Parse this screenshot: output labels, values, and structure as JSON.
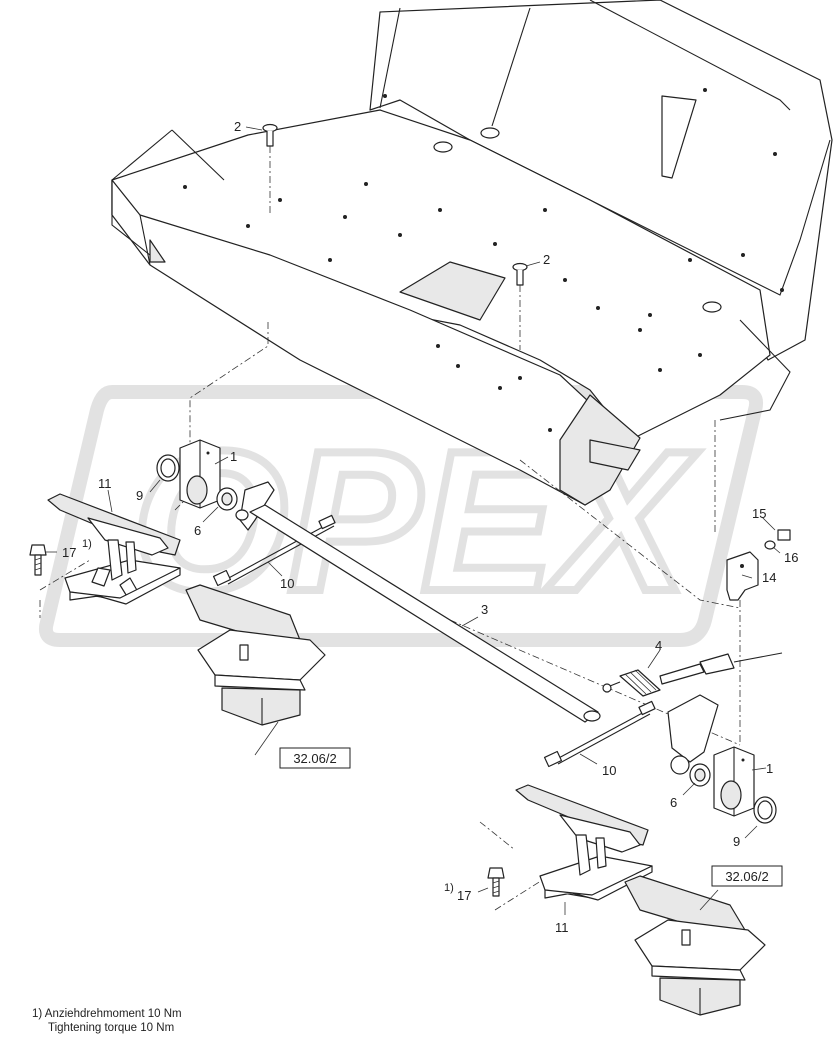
{
  "callouts": {
    "p1a": "1",
    "p1b": "1",
    "p2a": "2",
    "p2b": "2",
    "p3": "3",
    "p4": "4",
    "p6a": "6",
    "p6b": "6",
    "p9a": "9",
    "p9b": "9",
    "p10a": "10",
    "p10b": "10",
    "p11a": "11",
    "p11b": "11",
    "p14": "14",
    "p15": "15",
    "p16": "16",
    "p17a": "17",
    "p17b": "17",
    "fn_a": "1)",
    "fn_b": "1)"
  },
  "references": {
    "left": "32.06/2",
    "right": "32.06/2"
  },
  "footnote": {
    "marker": "1)",
    "line1": "Anziehdrehmoment 10 Nm",
    "line2": "Tightening torque 10 Nm"
  },
  "watermark": "OPEX"
}
